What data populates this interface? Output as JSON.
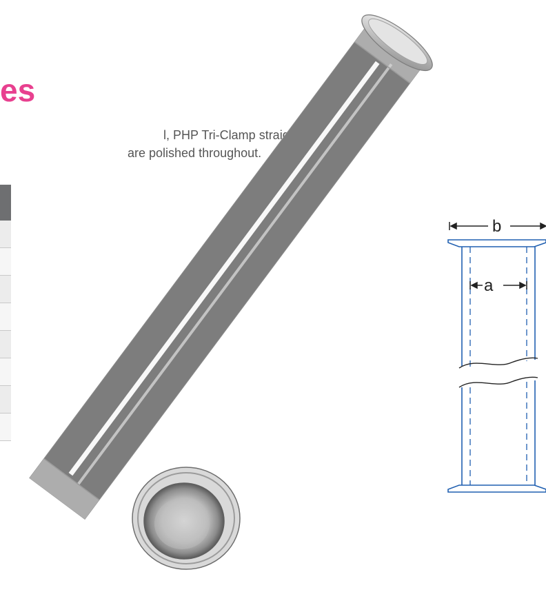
{
  "heading": {
    "title_fragment": "es",
    "title_color": "#e8408f"
  },
  "intro": {
    "line1": "l, PHP Tri-Clamp straight",
    "line2": "are polished throughout."
  },
  "table": {
    "header_color": "#6e6f71",
    "row_count": 8
  },
  "diagram": {
    "dimension_b": "b",
    "dimension_a": "a",
    "line_color": "#1f5fb0"
  },
  "product_image": {
    "description_icon": "tri-clamp-straight-pipe-photo"
  }
}
